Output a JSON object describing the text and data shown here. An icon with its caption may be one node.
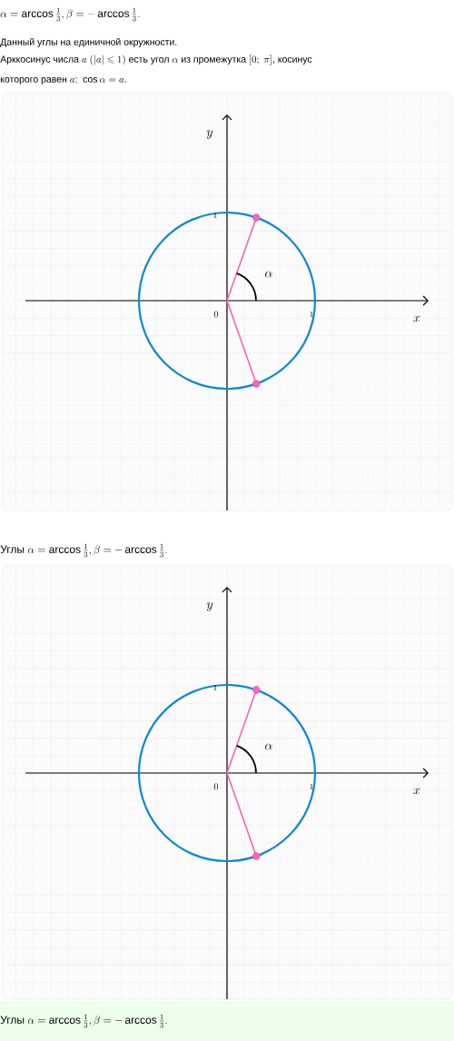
{
  "diagram": {
    "labels": [
      "\\alpha = \\arccos\\frac{1}{3}, \\beta = -\\arccos\\frac{1}{3}.",
      "\\text{Данный углы на единичной окружности.}",
      "\\text{Арккосинус числа }a\\ (|a| \\leqslant 1)\\text{ есть угол }\\alpha\\text{ из промежутка }[0;\\ \\pi]\\text{, косинус}",
      "\\text{которого равен }a\\text{: }\\cos\\alpha = a.",
      "y",
      "1",
      "\\alpha",
      "0",
      "1",
      "x",
      "\\text{Углы }\\alpha = \\arccos\\frac{1}{3}, \\beta = -\\arccos\\frac{1}{3}.",
      "y",
      "1",
      "\\alpha",
      "0",
      "1",
      "x",
      "\\text{Углы }\\alpha = \\arccos\\frac{1}{3}, \\beta = -\\arccos\\frac{1}{3}."
    ]
  }
}
